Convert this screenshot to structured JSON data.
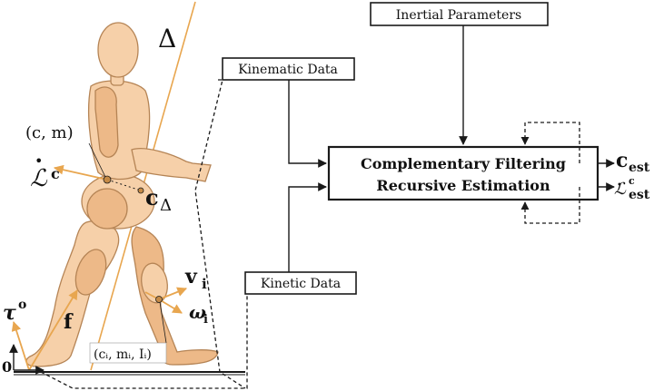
{
  "blocks": {
    "inertial": "Inertial Parameters",
    "kinematic": "Kinematic Data",
    "kinetic": "Kinetic Data",
    "filter_line1": "Complementary Filtering",
    "filter_line2": "Recursive Estimation"
  },
  "outputs": {
    "c_base": "c",
    "c_sub": "est",
    "l_base": "ℒ",
    "l_sup": "c",
    "l_sub": "est"
  },
  "figure": {
    "delta": "Δ",
    "com_label": "(c, m)",
    "ang_mom_label": "ℒ",
    "ang_mom_sup": "c",
    "c_delta_base": "c",
    "c_delta_sub": "Δ",
    "v_base": "v",
    "v_sub": "i",
    "omega_base": "ω",
    "omega_sub": "i",
    "tau_base": "τ",
    "tau_sup": "o",
    "force": "f",
    "segment_label": "(cᵢ, mᵢ, Iᵢ)",
    "origin": "0"
  },
  "colors": {
    "skin": "#f6d0a9",
    "skin_shade": "#edb988",
    "outline": "#b58455",
    "vector": "#e8a64f"
  }
}
